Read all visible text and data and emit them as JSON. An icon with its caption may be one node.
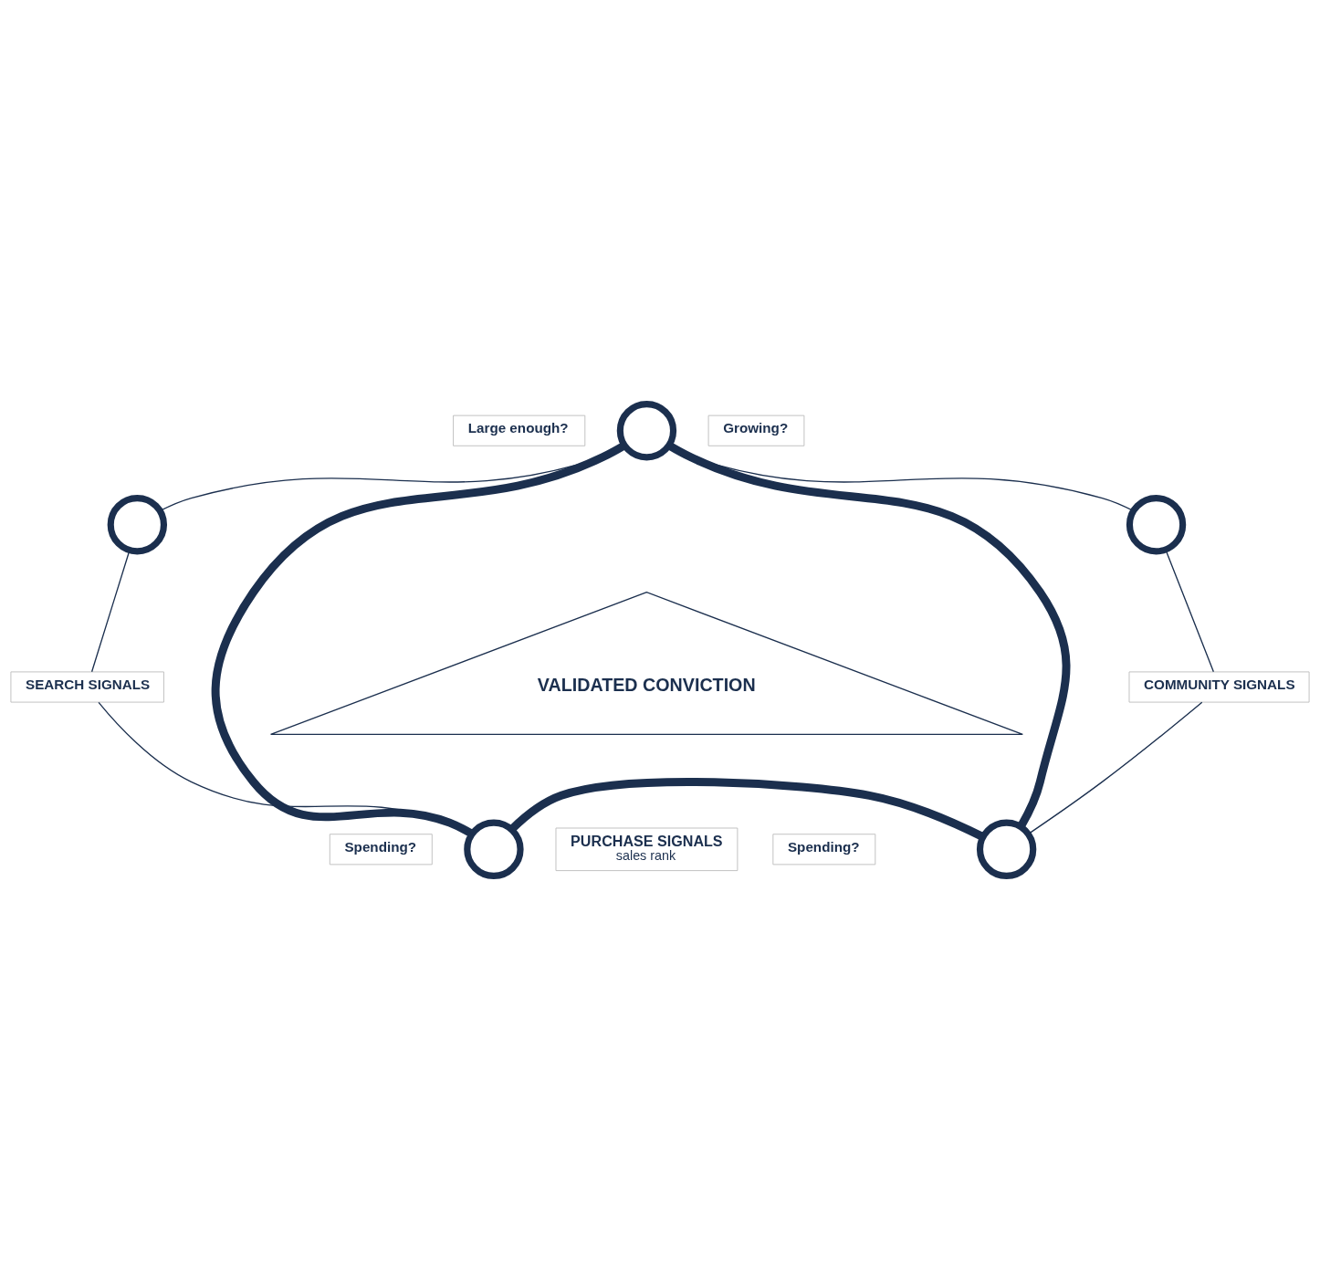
{
  "diagram": {
    "nodes": [
      {
        "text": [
          "Large enough?"
        ]
      },
      {
        "text": [],
        "shape": "circle"
      },
      {
        "text": [
          "Growing?"
        ]
      },
      {
        "text": [],
        "shape": "circle"
      },
      {
        "text": [],
        "shape": "circle"
      },
      {
        "text": [
          "SEARCH SIGNALS"
        ]
      },
      {
        "text": [
          "COMMUNITY SIGNALS"
        ]
      },
      {
        "text": [
          "VALIDATED CONVICTION"
        ]
      },
      {
        "text": [],
        "shape": "circle"
      },
      {
        "text": [],
        "shape": "circle"
      },
      {
        "text": [
          "PURCHASE SIGNALS",
          "sales rank"
        ]
      },
      {
        "text": [
          "Spending?"
        ]
      },
      {
        "text": [
          "Spending?"
        ]
      }
    ],
    "edges": [
      {
        "from": 1,
        "to": 3,
        "arrow": "none"
      },
      {
        "from": 1,
        "to": 4,
        "arrow": "none"
      },
      {
        "from": 3,
        "to": 5,
        "arrow": "none"
      },
      {
        "from": 4,
        "to": 6,
        "arrow": "none"
      },
      {
        "from": 5,
        "to": 8,
        "arrow": "none"
      },
      {
        "from": 6,
        "to": 9,
        "arrow": "none"
      },
      {
        "from": 1,
        "to": 8,
        "arrow": "none",
        "style": "thick"
      },
      {
        "from": 1,
        "to": 9,
        "arrow": "none",
        "style": "thick"
      },
      {
        "from": 8,
        "to": 9,
        "arrow": "none",
        "style": "thick"
      }
    ]
  }
}
